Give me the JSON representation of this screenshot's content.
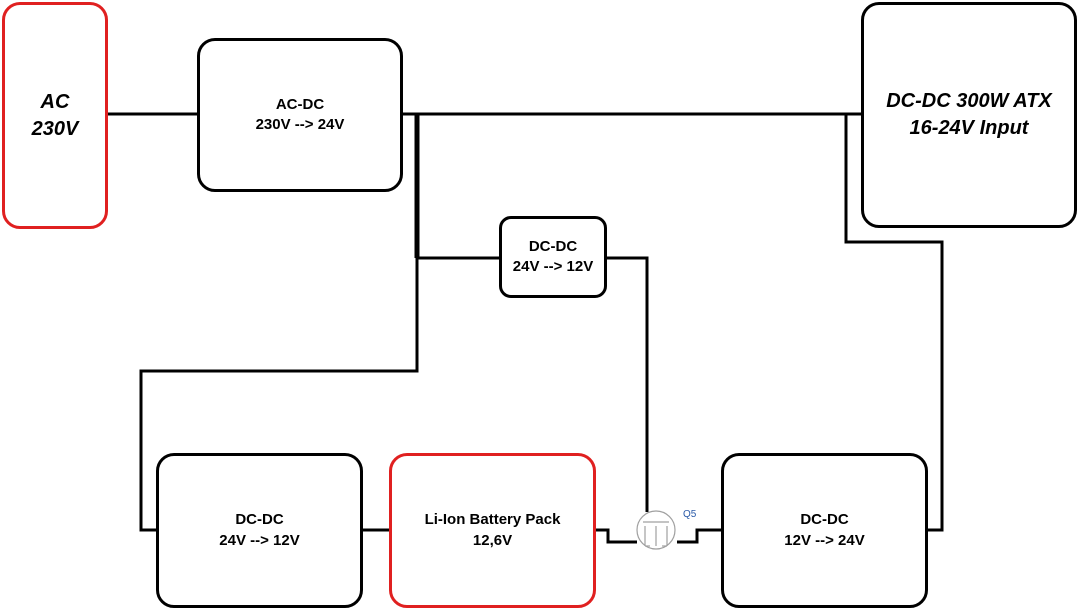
{
  "blocks": {
    "ac_source": {
      "line1": "AC",
      "line2": "230V"
    },
    "ac_dc": {
      "line1": "AC-DC",
      "line2": "230V --> 24V"
    },
    "atx_psu": {
      "line1": "DC-DC 300W ATX",
      "line2": "16-24V Input"
    },
    "dcdc_top": {
      "line1": "DC-DC",
      "line2": "24V --> 12V"
    },
    "dcdc_charger": {
      "line1": "DC-DC",
      "line2": "24V --> 12V"
    },
    "battery": {
      "line1": "Li-Ion Battery Pack",
      "line2": "12,6V"
    },
    "dcdc_boost": {
      "line1": "DC-DC",
      "line2": "12V --> 24V"
    }
  },
  "transistor": {
    "label": "Q5",
    "icon": "mosfet-symbol-icon"
  },
  "colors": {
    "wire": "#000000",
    "accent_border": "#e02020",
    "component_label": "#2a5aa8",
    "component_symbol": "#a0a0a0"
  }
}
